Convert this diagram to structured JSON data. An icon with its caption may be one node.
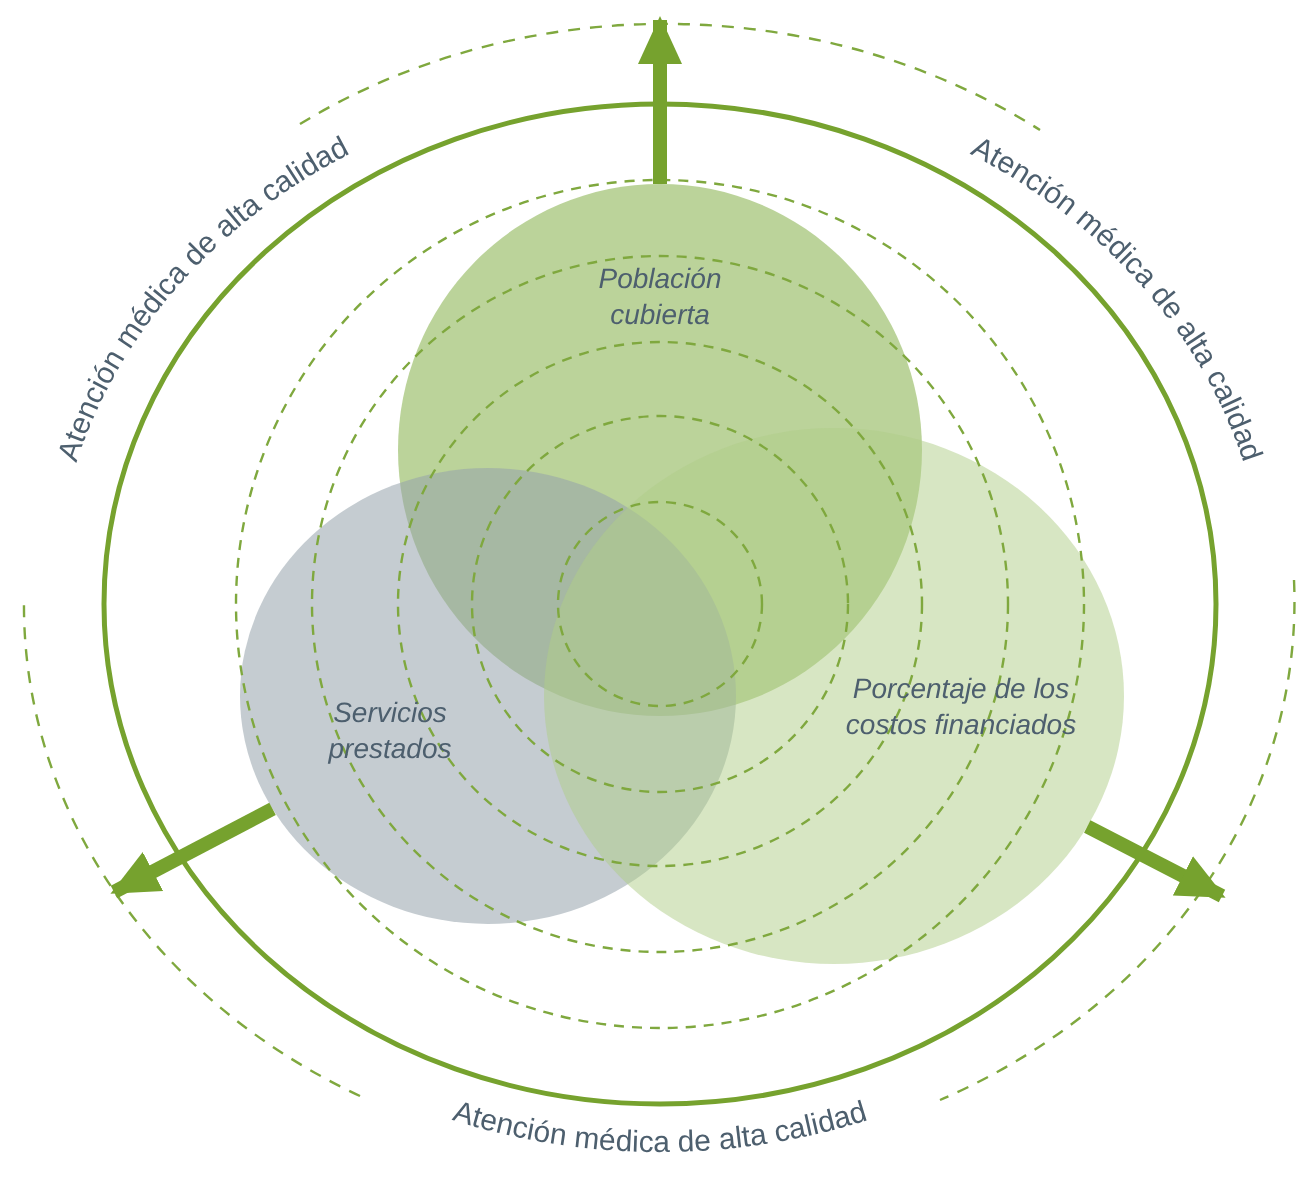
{
  "diagram": {
    "nodes": [
      {
        "text": [
          "Población cubierta"
        ]
      },
      {
        "text": [
          "Servicios prestados"
        ]
      },
      {
        "text": [
          "Porcentaje de los costos financiados"
        ]
      }
    ],
    "edges": [
      {
        "from": 0,
        "to": null,
        "arrow": "to"
      },
      {
        "from": 1,
        "to": null,
        "arrow": "to"
      },
      {
        "from": 2,
        "to": null,
        "arrow": "to"
      }
    ],
    "labels": [
      "Atención médica de alta calidad",
      "Atención médica de alta calidad",
      "Atención médica de alta calidad"
    ]
  }
}
